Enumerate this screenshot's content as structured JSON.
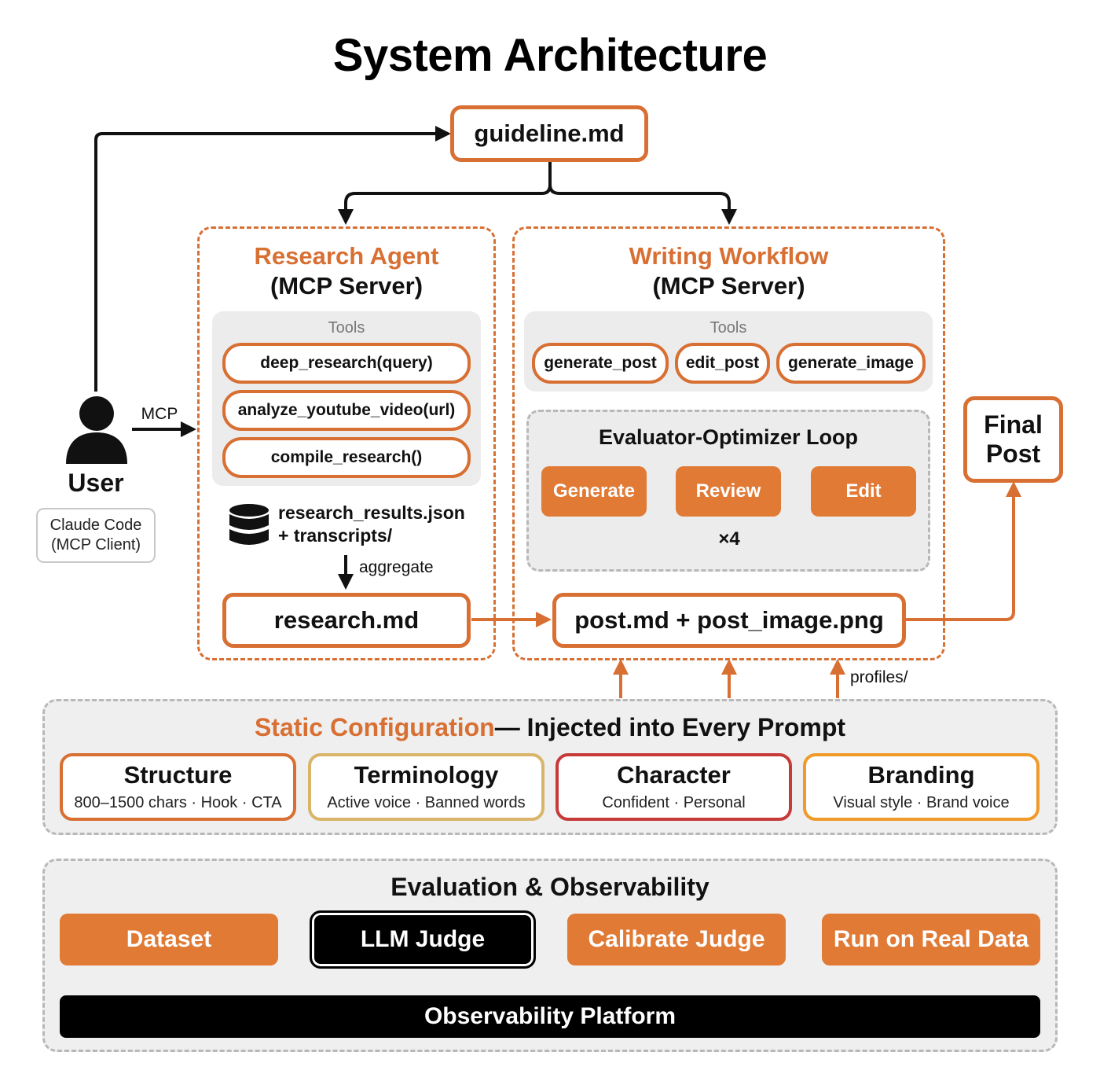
{
  "title": "System Architecture",
  "guideline": "guideline.md",
  "user": {
    "label": "User",
    "client_line1": "Claude Code",
    "client_line2": "(MCP Client)",
    "mcp_label": "MCP"
  },
  "research_agent": {
    "title": "Research Agent",
    "subtitle": "(MCP Server)",
    "tools_label": "Tools",
    "tools": [
      "deep_research(query)",
      "analyze_youtube_video(url)",
      "compile_research()"
    ],
    "results_line1": "research_results.json",
    "results_line2": "+ transcripts/",
    "aggregate_label": "aggregate",
    "output": "research.md"
  },
  "writing_workflow": {
    "title": "Writing Workflow",
    "subtitle": "(MCP Server)",
    "tools_label": "Tools",
    "tools": [
      "generate_post",
      "edit_post",
      "generate_image"
    ],
    "loop_title": "Evaluator-Optimizer Loop",
    "loop_steps": [
      "Generate",
      "Review",
      "Edit"
    ],
    "loop_count": "×4",
    "output": "post.md + post_image.png"
  },
  "final_post": {
    "line1": "Final",
    "line2": "Post"
  },
  "profiles_label": "profiles/",
  "static_config": {
    "title_accent": "Static Configuration",
    "title_rest": " — Injected into Every Prompt",
    "cards": [
      {
        "title": "Structure",
        "subtitle": "800–1500 chars · Hook · CTA",
        "border_color": "#d86f33"
      },
      {
        "title": "Terminology",
        "subtitle": "Active voice · Banned words",
        "border_color": "#d9b56a"
      },
      {
        "title": "Character",
        "subtitle": "Confident · Personal",
        "border_color": "#c73a3a"
      },
      {
        "title": "Branding",
        "subtitle": "Visual style · Brand voice",
        "border_color": "#ef9a2a"
      }
    ]
  },
  "evaluation": {
    "title": "Evaluation & Observability",
    "steps": [
      "Dataset",
      "LLM Judge",
      "Calibrate Judge",
      "Run on Real Data"
    ],
    "platform": "Observability Platform"
  },
  "colors": {
    "accent": "#d86f33",
    "accent_fill": "#e07a35",
    "dark": "#000000",
    "panel_gray": "#ececec"
  }
}
